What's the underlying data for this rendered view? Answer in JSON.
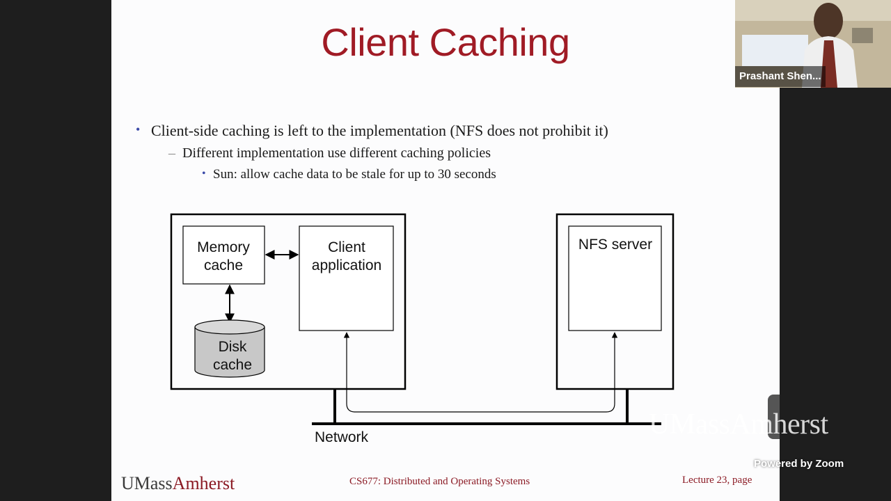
{
  "slide": {
    "title": "Client Caching",
    "bullets": [
      "Client-side caching is left to the implementation (NFS does not prohibit it)",
      "Different implementation use different caching policies",
      "Sun: allow cache data to be stale for up to 30 seconds"
    ],
    "bullet_marks": [
      "•",
      "–",
      "•"
    ],
    "diagram": {
      "memory_cache": [
        "Memory",
        "cache"
      ],
      "client_app": [
        "Client",
        "application"
      ],
      "disk_cache": [
        "Disk",
        "cache"
      ],
      "nfs_server": "NFS server",
      "network": "Network"
    },
    "footer": {
      "logo_part1": "UMass",
      "logo_part2": "Amherst",
      "course": "CS677: Distributed and Operating Systems",
      "page": "Lecture 23, page"
    }
  },
  "zoom": {
    "participant_name": "Prashant Shen...",
    "powered_by": "Powered by Zoom",
    "watermark": "UMassAmherst"
  },
  "colors": {
    "title": "#a01b25",
    "bullet_mark": "#3b4aa8",
    "footer_accent": "#8b1a24",
    "disk_fill": "#c8c8c8"
  }
}
